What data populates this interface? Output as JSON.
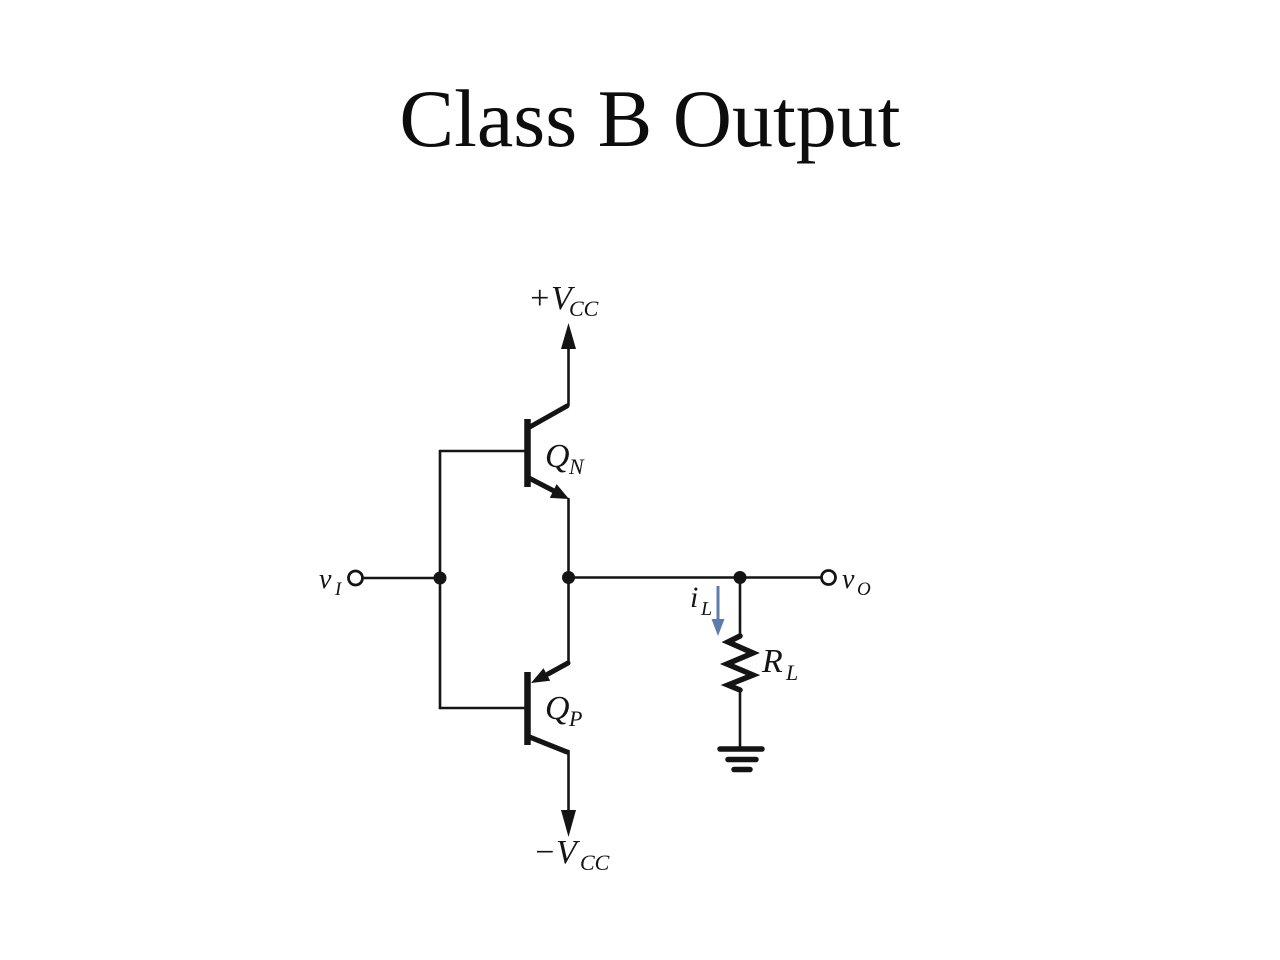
{
  "title": "Class B Output",
  "colors": {
    "line": "#141414",
    "accent_blue": "#5d7cab",
    "output_blue": "#7288a5",
    "resistor_label": "#1f1f24"
  },
  "circuit": {
    "supply_positive": {
      "main": "+V",
      "sub": "CC"
    },
    "supply_negative": {
      "main": "−V",
      "sub": "CC"
    },
    "transistor_npn": {
      "main": "Q",
      "sub": "N"
    },
    "transistor_pnp": {
      "main": "Q",
      "sub": "P"
    },
    "input": {
      "main": "v",
      "sub": "I"
    },
    "output": {
      "main": "v",
      "sub": "O"
    },
    "load_current": {
      "main": "i",
      "sub": "L"
    },
    "load_resistor": {
      "main": "R",
      "sub": "L"
    }
  }
}
